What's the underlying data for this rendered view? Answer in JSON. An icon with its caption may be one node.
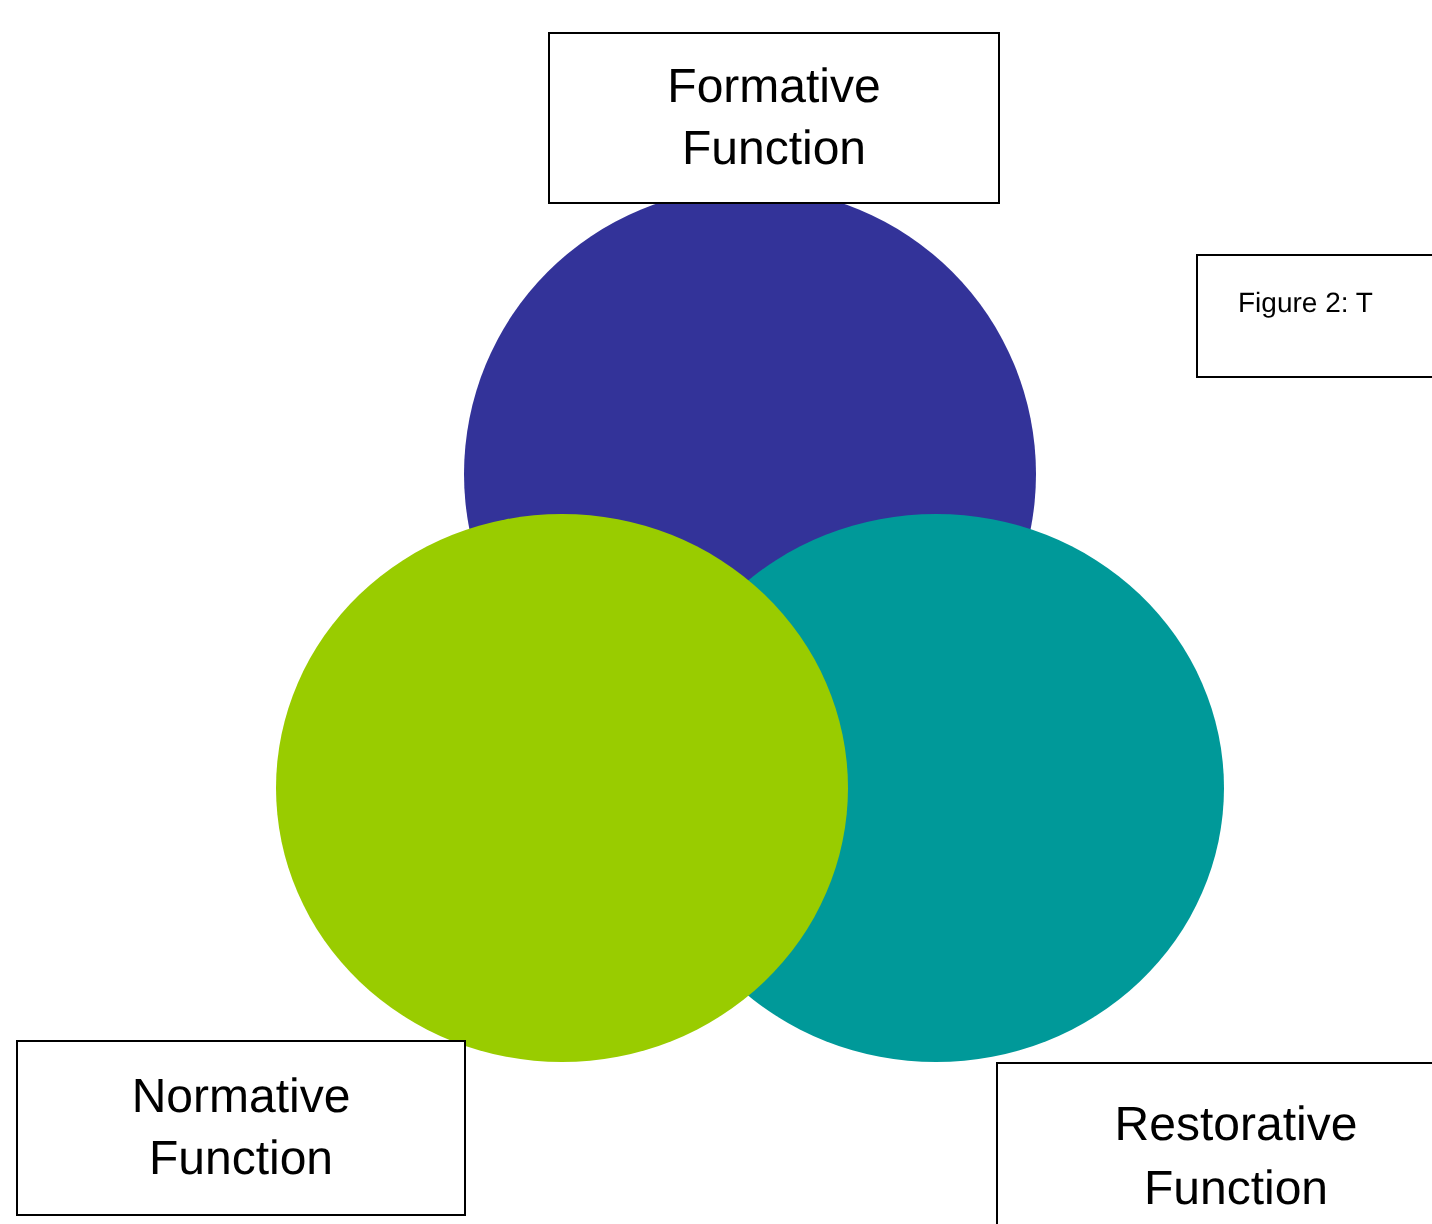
{
  "diagram": {
    "nodes": [
      {
        "text": [
          "Formative Function"
        ]
      },
      {
        "text": [],
        "shape": "circle"
      },
      {
        "text": [
          "Figure 2: T"
        ]
      },
      {
        "text": [],
        "shape": "circle"
      },
      {
        "text": [],
        "shape": "circle"
      },
      {
        "text": [
          "Normative Function"
        ]
      },
      {
        "text": [
          "Restorative Function"
        ]
      }
    ]
  }
}
